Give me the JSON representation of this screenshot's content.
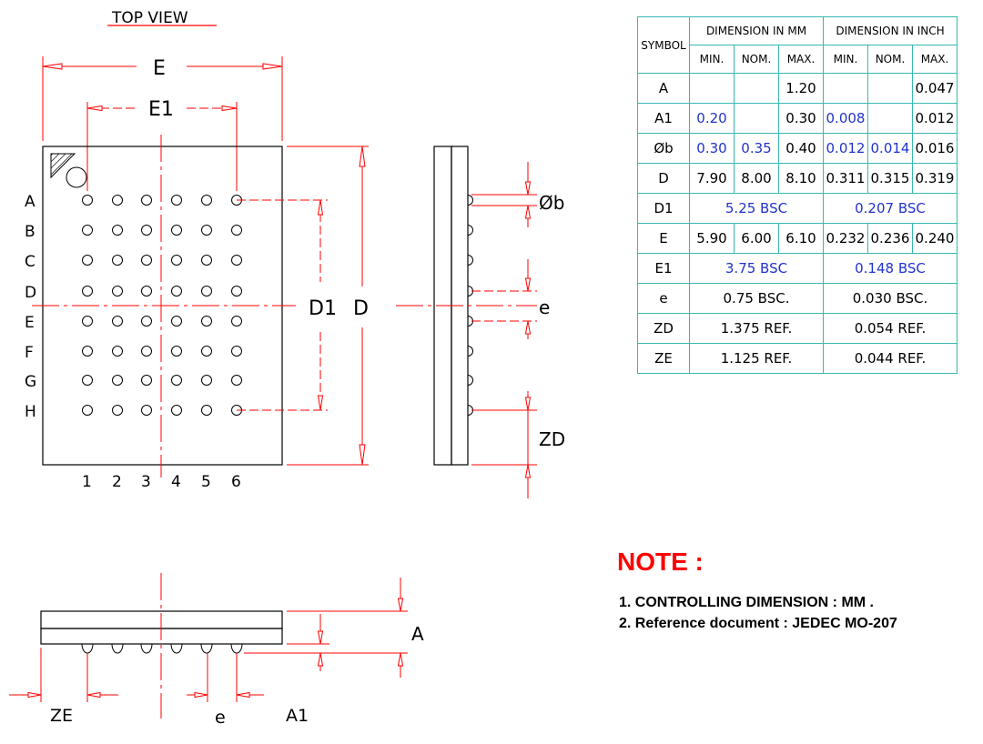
{
  "top_view_label": "TOP VIEW",
  "dimension_labels": {
    "E": "E",
    "E1": "E1",
    "D1": "D1",
    "D": "D",
    "b": "Øb",
    "e_side": "e",
    "ZD": "ZD",
    "A": "A",
    "ZE": "ZE",
    "e_bottom": "e",
    "A1": "A1"
  },
  "row_labels": [
    "A",
    "B",
    "C",
    "D",
    "E",
    "F",
    "G",
    "H"
  ],
  "col_labels": [
    "1",
    "2",
    "3",
    "4",
    "5",
    "6"
  ],
  "table": {
    "symbol_header": "SYMBOL",
    "mm_header": "DIMENSION IN MM",
    "inch_header": "DIMENSION IN INCH",
    "sub_headers": [
      "MIN.",
      "NOM.",
      "MAX.",
      "MIN.",
      "NOM.",
      "MAX."
    ],
    "rows": [
      {
        "symbol": "A",
        "cells": [
          "",
          "",
          "1.20",
          "",
          "",
          "0.047"
        ]
      },
      {
        "symbol": "A1",
        "cells": [
          "0.20",
          "",
          "0.30",
          "0.008",
          "",
          "0.012"
        ]
      },
      {
        "symbol": "Øb",
        "cells": [
          "0.30",
          "0.35",
          "0.40",
          "0.012",
          "0.014",
          "0.016"
        ]
      },
      {
        "symbol": "D",
        "cells": [
          "7.90",
          "8.00",
          "8.10",
          "0.311",
          "0.315",
          "0.319"
        ]
      },
      {
        "symbol": "D1",
        "mm_span": "5.25  BSC",
        "inch_span": "0.207  BSC"
      },
      {
        "symbol": "E",
        "cells": [
          "5.90",
          "6.00",
          "6.10",
          "0.232",
          "0.236",
          "0.240"
        ]
      },
      {
        "symbol": "E1",
        "mm_span": "3.75  BSC",
        "inch_span": "0.148  BSC"
      },
      {
        "symbol": "e",
        "mm_span": "0.75  BSC.",
        "inch_span": "0.030  BSC."
      },
      {
        "symbol": "ZD",
        "mm_span": "1.375  REF.",
        "inch_span": "0.054  REF."
      },
      {
        "symbol": "ZE",
        "mm_span": "1.125  REF.",
        "inch_span": "0.044  REF."
      }
    ]
  },
  "note": {
    "title": "NOTE :",
    "lines": [
      "1. CONTROLLING DIMENSION : MM .",
      "2. Reference document : JEDEC MO-207"
    ]
  },
  "colors": {
    "dimension": "#ff0000",
    "outline": "#000000",
    "blue_value": "#2233cc",
    "table_border": "#38b8b0"
  }
}
